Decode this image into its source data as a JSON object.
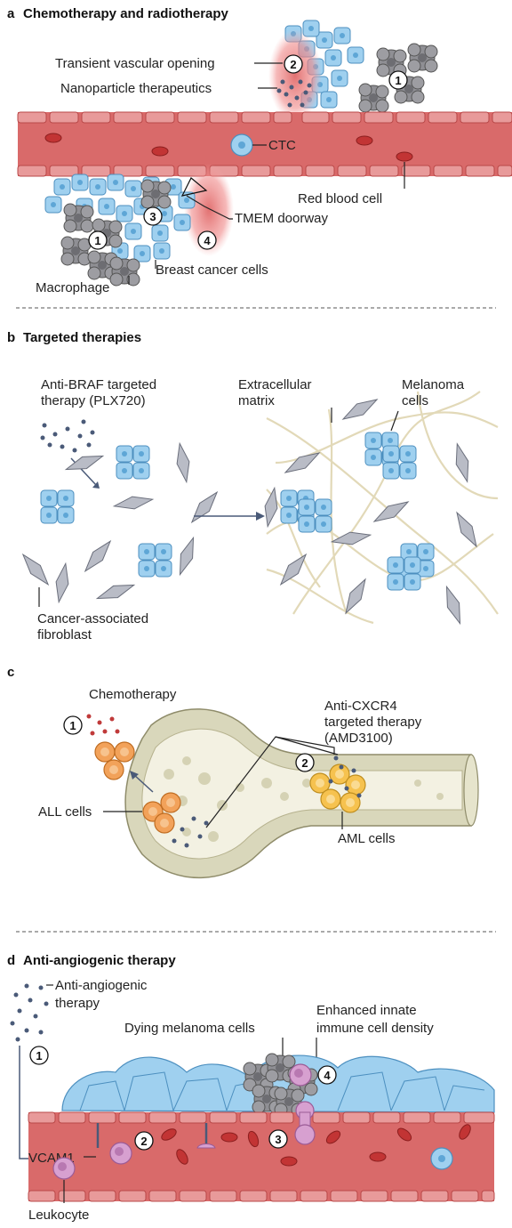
{
  "colors": {
    "vessel": "#d96a6a",
    "vessel_dark": "#b94848",
    "rbc": "#c23434",
    "tumor_cell": "#9fd0ef",
    "macrophage": "#8f8f94",
    "fibroblast": "#b9bcc6",
    "ecm": "#e9e2c7",
    "bone": "#d9d7bb",
    "all_cell": "#f2a25a",
    "aml_cell": "#f6c24f",
    "leukocyte": "#d7a0d0",
    "drug_dot": "#4a5a78"
  },
  "panel_a": {
    "letter": "a",
    "title": "Chemotherapy and radiotherapy",
    "labels": {
      "transient": "Transient vascular opening",
      "nanoparticle": "Nanoparticle therapeutics",
      "ctc": "CTC",
      "rbc": "Red blood cell",
      "tmem": "TMEM doorway",
      "breast": "Breast cancer cells",
      "macrophage": "Macrophage"
    },
    "markers": {
      "m1_top": "1",
      "m2": "2",
      "m3": "3",
      "m4": "4",
      "m1_bottom": "1"
    }
  },
  "panel_b": {
    "letter": "b",
    "title": "Targeted therapies",
    "labels": {
      "drug_line1": "Anti-BRAF targeted",
      "drug_line2": "therapy (PLX720)",
      "ecm_line1": "Extracellular",
      "ecm_line2": "matrix",
      "mel_line1": "Melanoma",
      "mel_line2": "cells",
      "caf_line1": "Cancer-associated",
      "caf_line2": "fibroblast"
    }
  },
  "panel_c": {
    "letter": "c",
    "labels": {
      "chemo": "Chemotherapy",
      "cxcr4_line1": "Anti-CXCR4",
      "cxcr4_line2": "targeted therapy",
      "cxcr4_line3": "(AMD3100)",
      "all": "ALL cells",
      "aml": "AML cells"
    },
    "markers": {
      "m1": "1",
      "m2": "2"
    }
  },
  "panel_d": {
    "letter": "d",
    "title": "Anti-angiogenic therapy",
    "labels": {
      "anti_line1": "Anti-angiogenic",
      "anti_line2": "therapy",
      "dying": "Dying melanoma cells",
      "enh_line1": "Enhanced innate",
      "enh_line2": "immune cell density",
      "vcam": "VCAM1",
      "leuk": "Leukocyte"
    },
    "markers": {
      "m1": "1",
      "m2": "2",
      "m3": "3",
      "m4": "4"
    }
  }
}
